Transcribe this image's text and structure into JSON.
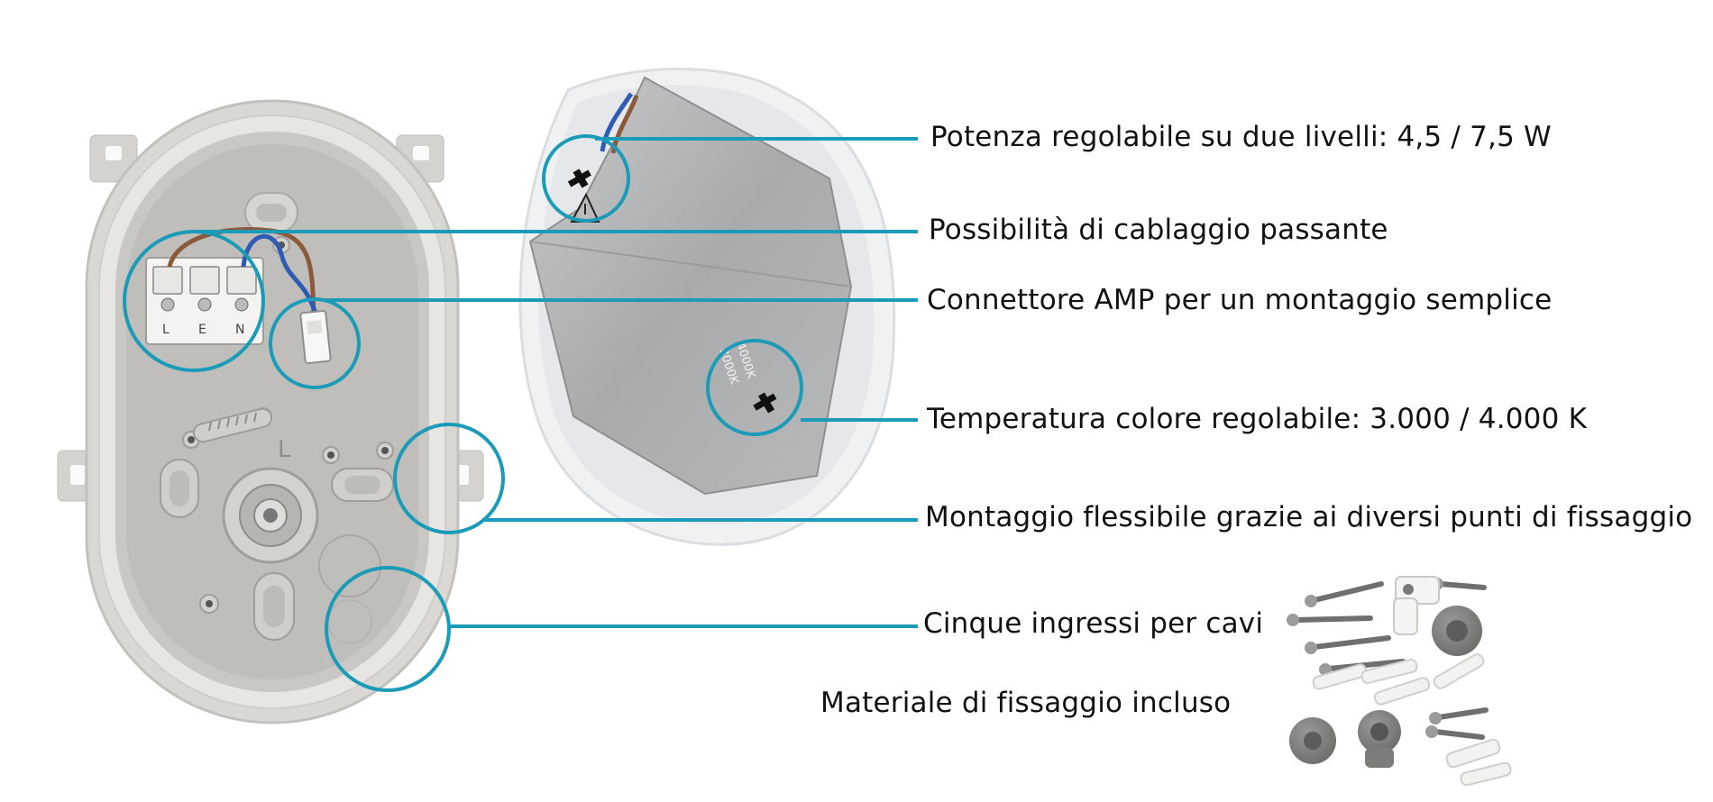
{
  "features": [
    "Potenza regolabile su due livelli: 4,5 / 7,5 W",
    "Possibilità di cablaggio passante",
    "Connettore AMP per un montaggio semplice",
    "Temperatura colore regolabile: 3.000 / 4.000 K",
    "Montaggio flessibile grazie ai diversi punti di fissaggio",
    "Cinque ingressi per cavi"
  ],
  "accessories_label": "Materiale di fissaggio incluso",
  "terminal_labels": [
    "L",
    "E",
    "N"
  ],
  "base_marking": "L",
  "cct_labels": [
    "4000K",
    "3000K"
  ],
  "colors": {
    "callout": "#1a9bb7",
    "housing": "#d8d6d2",
    "cover": "#a8a9ab"
  }
}
